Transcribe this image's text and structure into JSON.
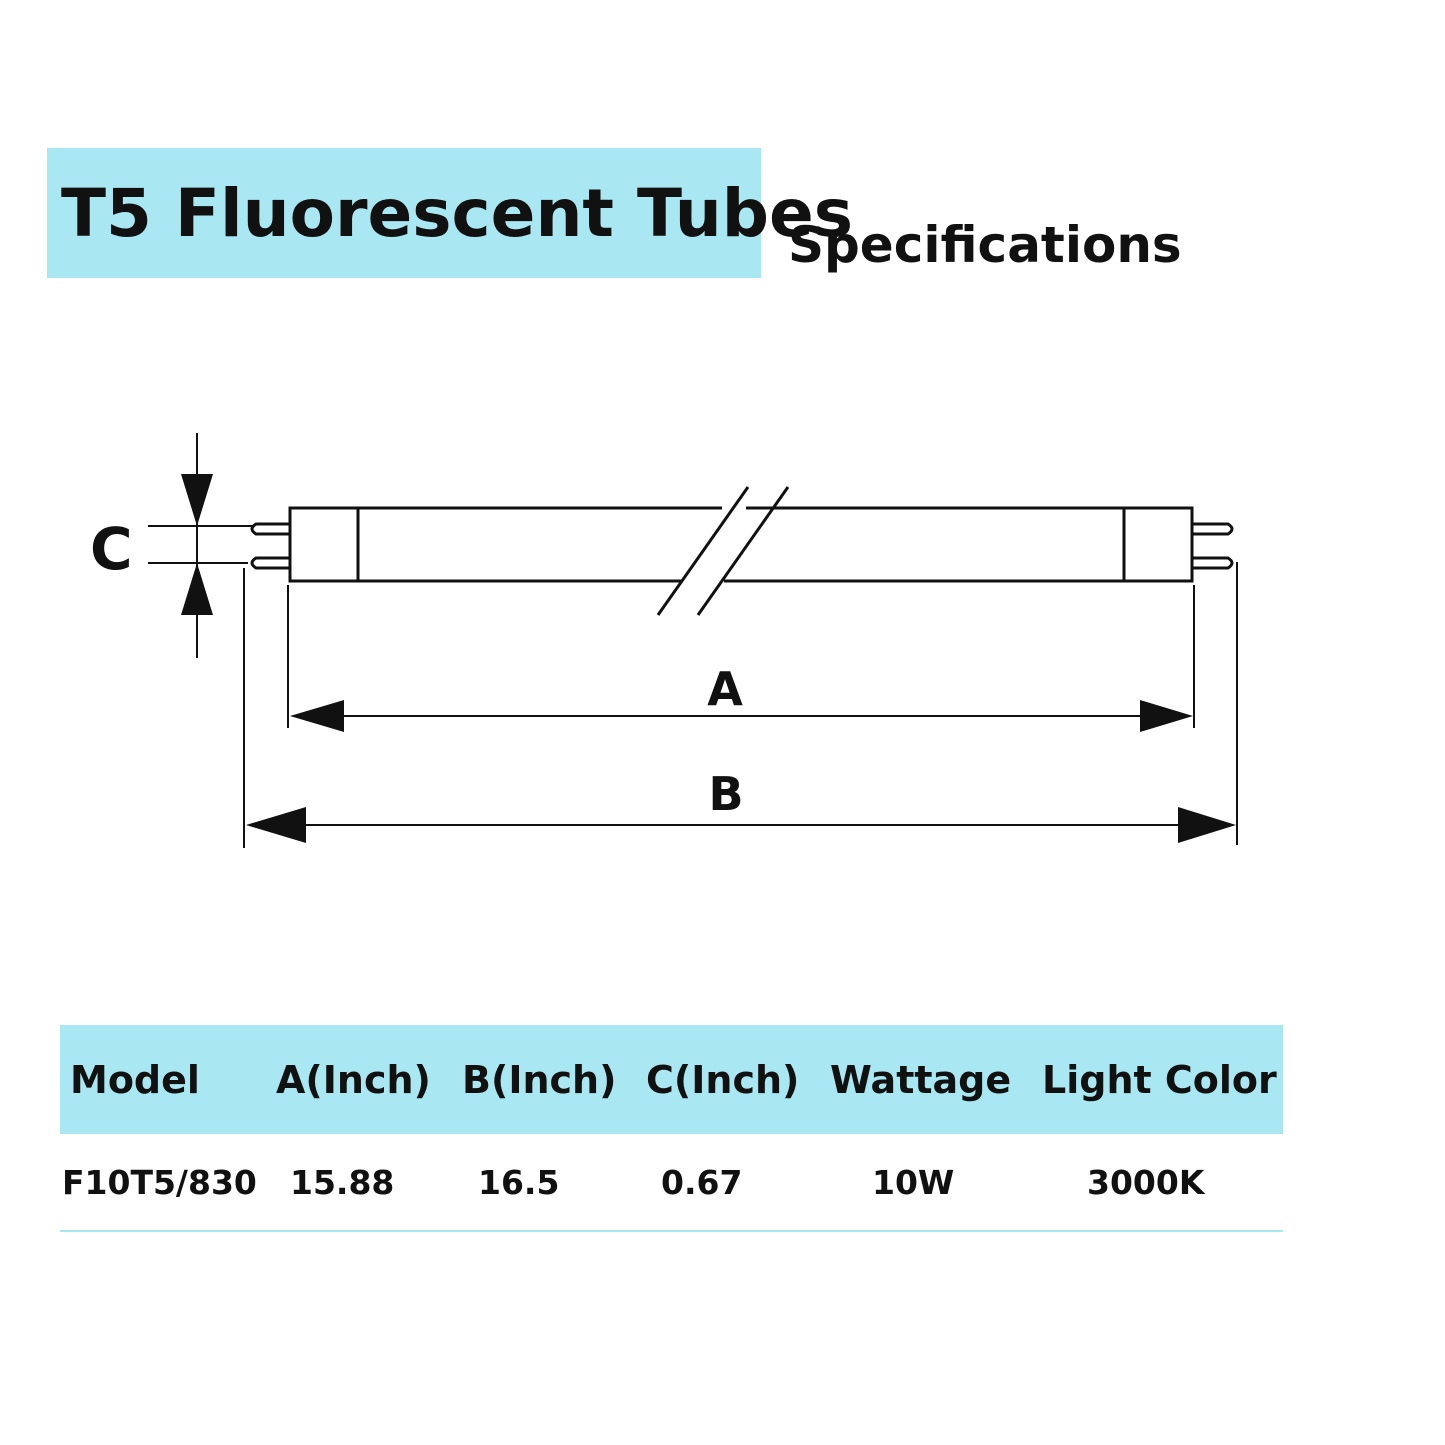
{
  "header": {
    "title": "T5 Fluorescent Tubes",
    "subtitle": "Specifications"
  },
  "diagram": {
    "label_a": "A",
    "label_b": "B",
    "label_c": "C"
  },
  "table": {
    "columns": [
      "Model",
      "A(Inch)",
      "B(Inch)",
      "C(Inch)",
      "Wattage",
      "Light Color"
    ],
    "rows": [
      [
        "F10T5/830",
        "15.88",
        "16.5",
        "0.67",
        "10W",
        "3000K"
      ]
    ]
  },
  "colors": {
    "accent": "#a9e8f3",
    "ink": "#111111"
  }
}
